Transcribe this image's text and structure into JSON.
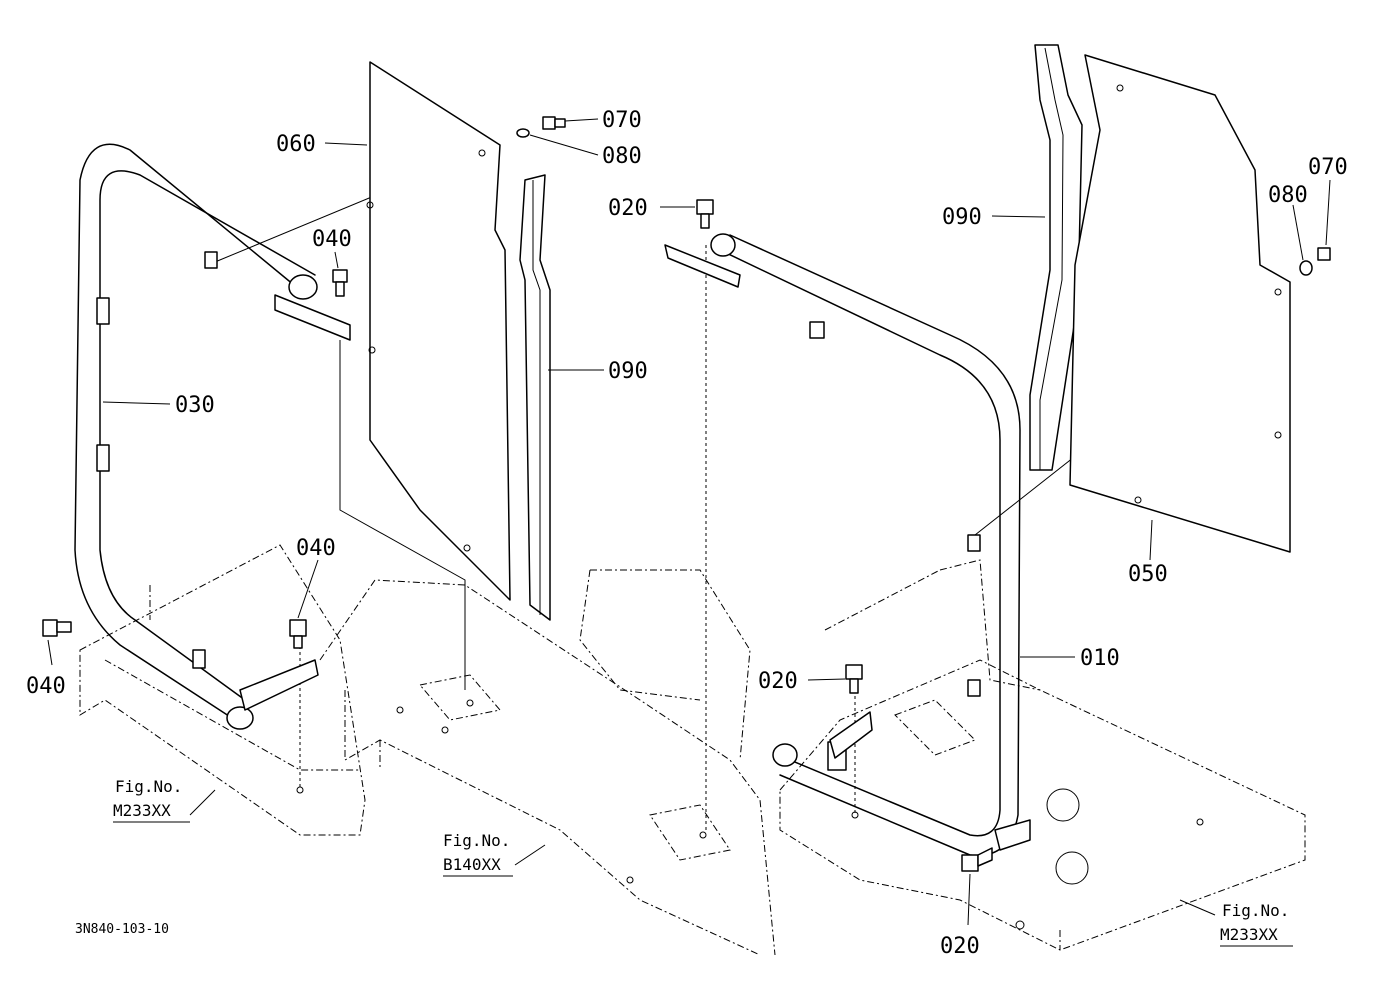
{
  "parts": {
    "p010": "010",
    "p020_a": "020",
    "p020_b": "020",
    "p020_c": "020",
    "p030": "030",
    "p040_a": "040",
    "p040_b": "040",
    "p040_c": "040",
    "p050": "050",
    "p060": "060",
    "p070_a": "070",
    "p070_b": "070",
    "p080_a": "080",
    "p080_b": "080",
    "p090_a": "090",
    "p090_b": "090"
  },
  "refs": {
    "left": {
      "title": "Fig.No.",
      "code": "M233XX"
    },
    "center": {
      "title": "Fig.No.",
      "code": "B140XX"
    },
    "right": {
      "title": "Fig.No.",
      "code": "M233XX"
    }
  },
  "drawing_code": "3N840-103-10"
}
